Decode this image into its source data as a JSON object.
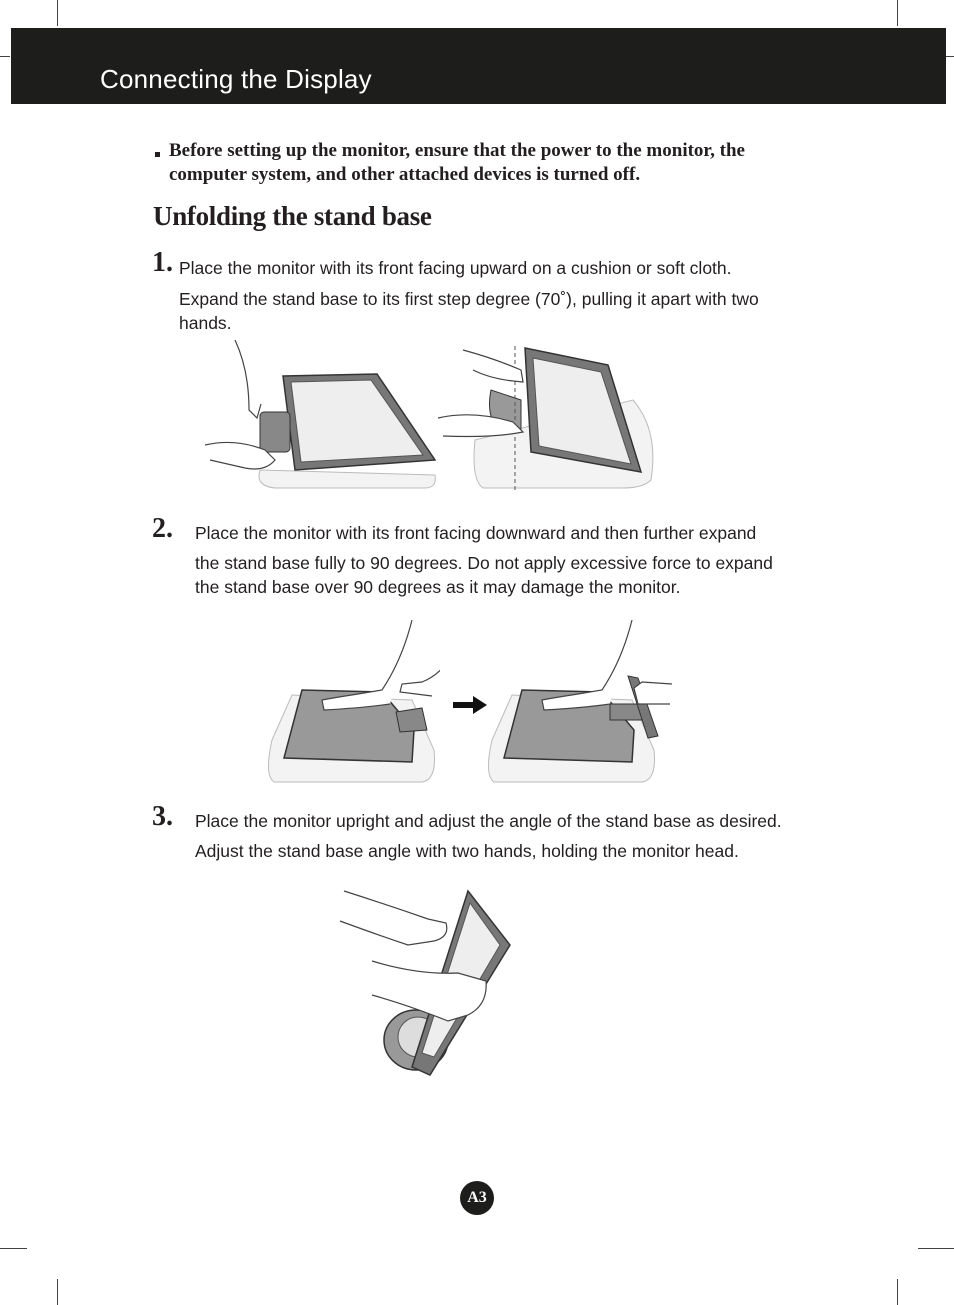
{
  "header": {
    "title": "Connecting the Display"
  },
  "notice": {
    "line1": "Before setting up the monitor, ensure that the power to the monitor, the",
    "line2": "computer system, and other attached devices is turned off."
  },
  "section": {
    "title": "Unfolding the stand base"
  },
  "steps": [
    {
      "number": "1.",
      "lines": [
        "Place the monitor with its front facing upward on a cushion or soft cloth.",
        "Expand the stand base to its first step degree (70˚), pulling it apart with two",
        "hands."
      ]
    },
    {
      "number": "2.",
      "lines": [
        "Place the monitor with its front facing downward and then further expand",
        "the stand base fully to 90 degrees. Do not apply excessive force to expand",
        "the stand base over 90 degrees as it may damage the monitor."
      ]
    },
    {
      "number": "3.",
      "lines": [
        "Place the monitor upright and adjust the angle of the stand base as desired.",
        "Adjust the stand base angle with two hands, holding the monitor head."
      ]
    }
  ],
  "footer": {
    "page": "A3"
  }
}
